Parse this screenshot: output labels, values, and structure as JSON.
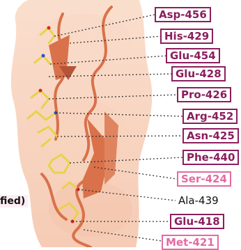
{
  "side_label": "fied)",
  "residues": [
    {
      "name": "Asp-456",
      "style": "boxed"
    },
    {
      "name": "His-429",
      "style": "boxed"
    },
    {
      "name": "Glu-454",
      "style": "boxed"
    },
    {
      "name": "Glu-428",
      "style": "boxed"
    },
    {
      "name": "Pro-426",
      "style": "boxed"
    },
    {
      "name": "Arg-452",
      "style": "boxed"
    },
    {
      "name": "Asn-425",
      "style": "boxed"
    },
    {
      "name": "Phe-440",
      "style": "boxed"
    },
    {
      "name": "Ser-424",
      "style": "boxed-light"
    },
    {
      "name": "Ala-439",
      "style": "plain"
    },
    {
      "name": "Glu-418",
      "style": "boxed"
    },
    {
      "name": "Met-421",
      "style": "boxed-light"
    }
  ],
  "colors": {
    "label_dark": "#8b1e5e",
    "label_light": "#e46aa2",
    "surface": "#f6c7a9",
    "ribbon": "#d9714a",
    "sidechain": "#e8d24a"
  }
}
